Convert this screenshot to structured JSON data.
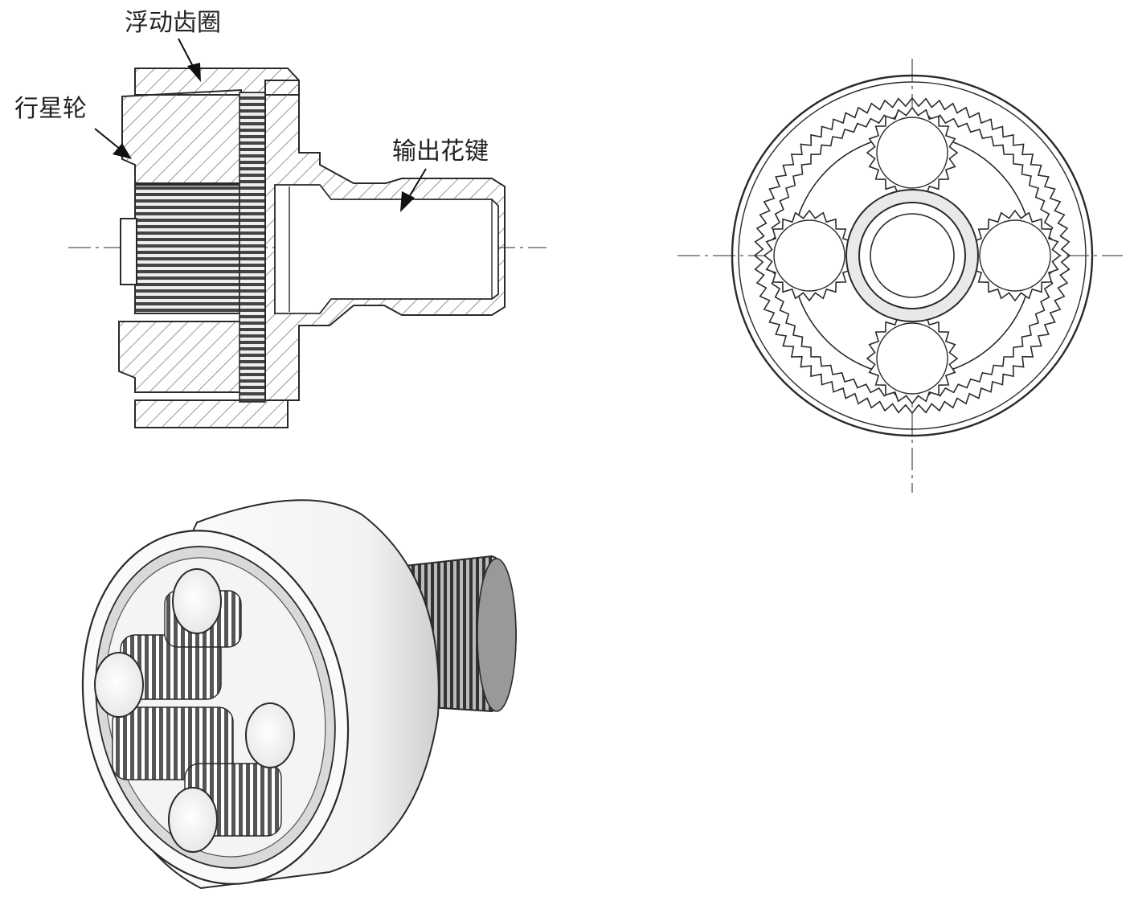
{
  "labels": {
    "ring_gear": "浮动齿圈",
    "planet_gear": "行星轮",
    "output_spline": "输出花键"
  },
  "counts": {
    "planets": 4
  },
  "colors": {
    "line": "#2a2a2a",
    "centerline": "#555555",
    "hatch": "#6a6a6a",
    "paper": "#ffffff"
  }
}
